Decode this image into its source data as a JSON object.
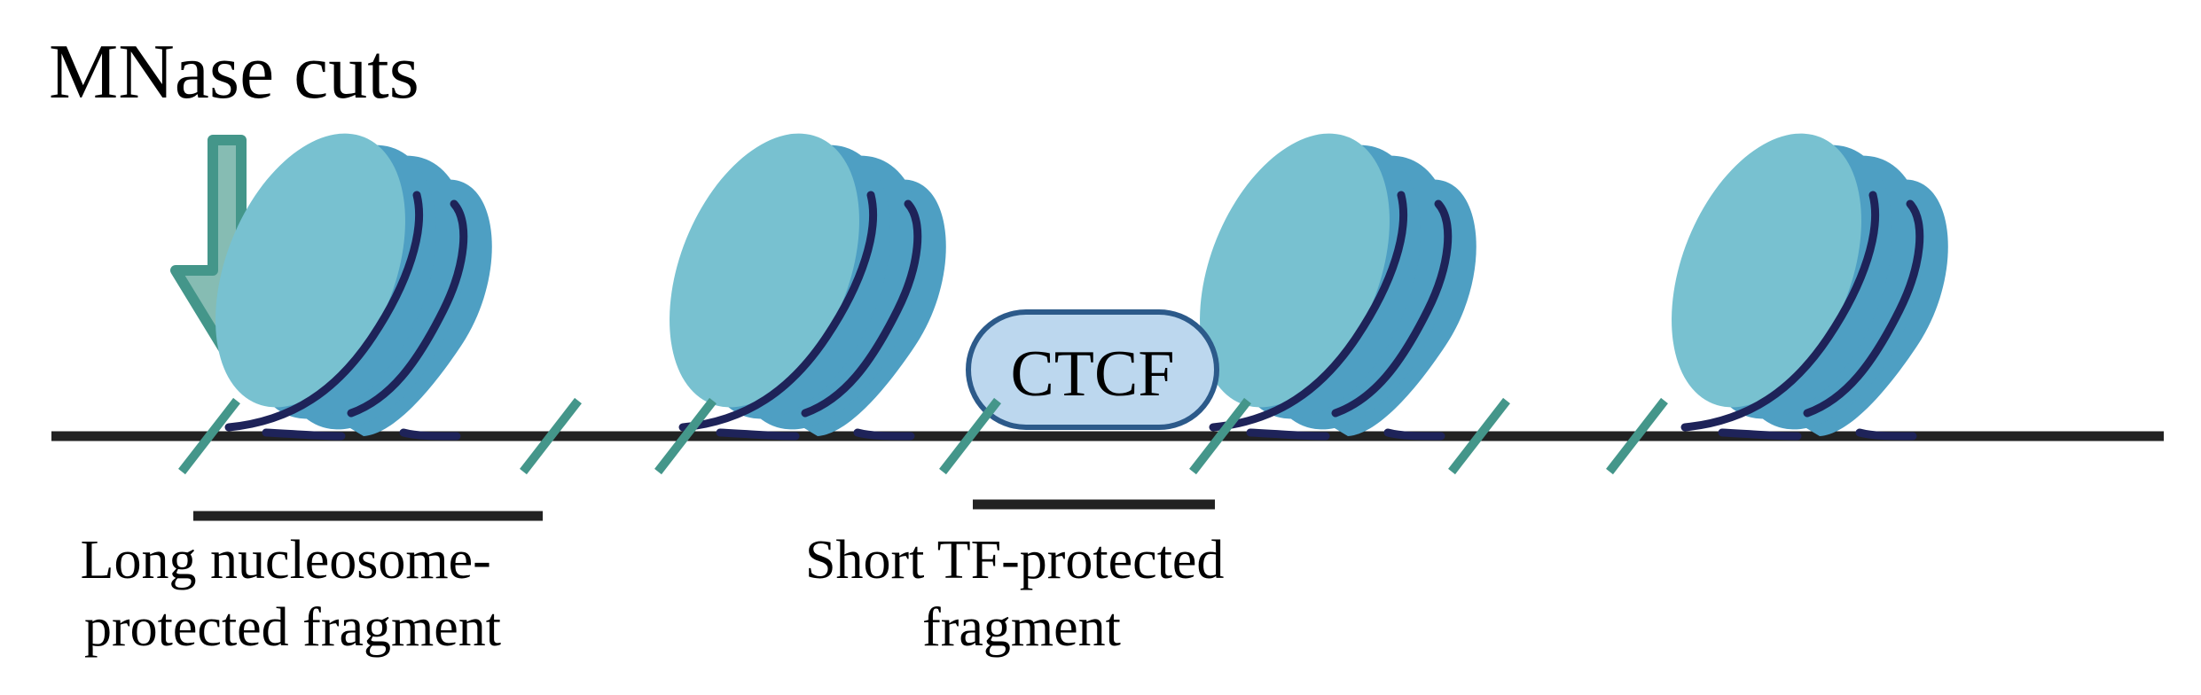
{
  "title": "MNase cuts",
  "protein_label": "CTCF",
  "fragments": {
    "long": {
      "line1": "Long nucleosome-",
      "line2": "protected fragment"
    },
    "short": {
      "line1": "Short TF-protected",
      "line2": "fragment"
    }
  },
  "icons": {
    "cut_arrow": "down-arrow-icon",
    "nucleosome": "nucleosome-icon",
    "cut_mark": "cut-mark-icon"
  },
  "colors": {
    "dna": "#222222",
    "histone_light": "#78c1d0",
    "histone_dark": "#4e9fc3",
    "dna_wrap": "#1e2359",
    "cut_mark": "#44968a",
    "arrow_fill": "#86bcb3",
    "ctcf_fill": "#bcd7ee",
    "ctcf_stroke": "#2c5a8a",
    "fragment_bar": "#222222"
  }
}
